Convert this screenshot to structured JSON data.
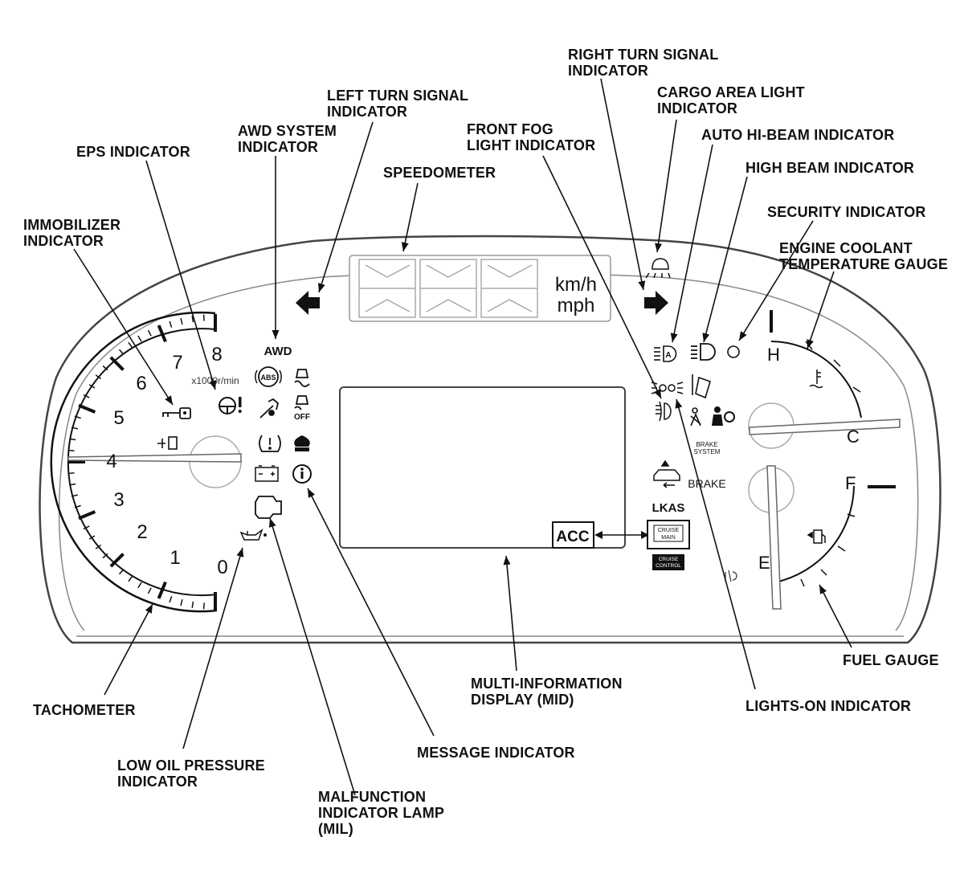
{
  "labels": {
    "right_turn_signal": [
      "RIGHT TURN SIGNAL",
      "INDICATOR"
    ],
    "cargo_area_light": [
      "CARGO AREA LIGHT",
      "INDICATOR"
    ],
    "left_turn_signal": [
      "LEFT TURN SIGNAL",
      "INDICATOR"
    ],
    "front_fog_light": [
      "FRONT FOG",
      "LIGHT INDICATOR"
    ],
    "awd_system": [
      "AWD SYSTEM",
      "INDICATOR"
    ],
    "auto_hi_beam": [
      "AUTO HI-BEAM INDICATOR"
    ],
    "eps": [
      "EPS INDICATOR"
    ],
    "speedometer": [
      "SPEEDOMETER"
    ],
    "high_beam": [
      "HIGH BEAM INDICATOR"
    ],
    "security": [
      "SECURITY INDICATOR"
    ],
    "immobilizer": [
      "IMMOBILIZER",
      "INDICATOR"
    ],
    "engine_coolant": [
      "ENGINE COOLANT",
      "TEMPERATURE GAUGE"
    ],
    "fuel_gauge": [
      "FUEL GAUGE"
    ],
    "multi_info_display": [
      "MULTI-INFORMATION",
      "DISPLAY (MID)"
    ],
    "lights_on": [
      "LIGHTS-ON INDICATOR"
    ],
    "tachometer": [
      "TACHOMETER"
    ],
    "message": [
      "MESSAGE INDICATOR"
    ],
    "low_oil_pressure": [
      "LOW OIL PRESSURE",
      "INDICATOR"
    ],
    "mil": [
      "MALFUNCTION",
      "INDICATOR LAMP",
      "(MIL)"
    ]
  },
  "cluster": {
    "speed_units": [
      "km/h",
      "mph"
    ],
    "tach_unit": "x1000r/min",
    "tach_numbers": [
      "0",
      "1",
      "2",
      "3",
      "4",
      "5",
      "6",
      "7",
      "8"
    ],
    "awd_text": "AWD",
    "temp_hot": "H",
    "temp_cold": "C",
    "fuel_full": "F",
    "fuel_empty": "E",
    "lkas_text": "LKAS",
    "acc_text": "ACC",
    "cruise_main_text": [
      "CRUISE",
      "MAIN"
    ],
    "cruise_control_text": [
      "CRUISE",
      "CONTROL"
    ],
    "brake_system_text": [
      "BRAKE",
      "SYSTEM"
    ],
    "brake_text": "BRAKE",
    "abs_text": "ABS",
    "off_text": "OFF",
    "icons": [
      "left-turn-arrow-icon",
      "right-turn-arrow-icon",
      "cargo-light-icon",
      "auto-hi-beam-icon",
      "high-beam-icon",
      "security-dot-icon",
      "lights-on-icon",
      "front-fog-icon",
      "immobilizer-key-icon",
      "eps-icon",
      "abs-icon",
      "skid-icon",
      "message-icon",
      "mil-engine-icon",
      "oil-can-icon",
      "battery-icon",
      "tpms-icon",
      "coolant-icon",
      "fuel-pump-icon",
      "airbag-icon",
      "seatbelt-icon"
    ]
  }
}
